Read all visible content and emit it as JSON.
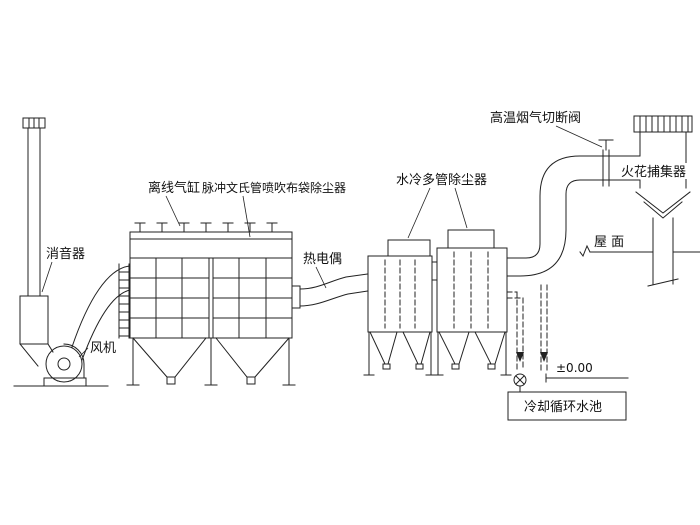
{
  "diagram": {
    "colors": {
      "line": "#222222",
      "background": "#ffffff",
      "text": "#111111"
    },
    "labels": {
      "cutoff_valve": "高温烟气切断阀",
      "spark_collector": "火花捕集器",
      "roof": "屋 面",
      "offline_cylinder": "离线气缸",
      "pulse_bag_filter": "脉冲文氏管喷吹布袋除尘器",
      "water_cooled_multitube": "水冷多管除尘器",
      "thermocouple": "热电偶",
      "muffler": "消音器",
      "fan": "风机",
      "elevation": "±0.00",
      "cooling_pool": "冷却循环水池"
    }
  }
}
